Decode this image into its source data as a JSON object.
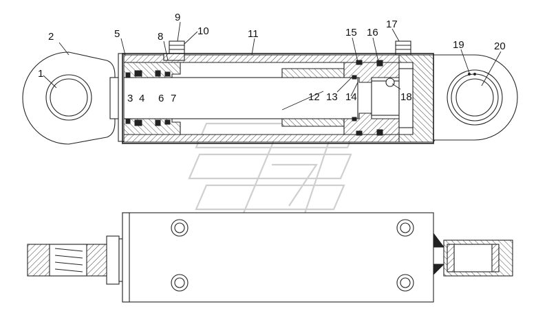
{
  "callouts": [
    {
      "id": "1",
      "label": "1"
    },
    {
      "id": "2",
      "label": "2"
    },
    {
      "id": "3",
      "label": "3"
    },
    {
      "id": "4",
      "label": "4"
    },
    {
      "id": "5",
      "label": "5"
    },
    {
      "id": "6",
      "label": "6"
    },
    {
      "id": "7",
      "label": "7"
    },
    {
      "id": "8",
      "label": "8"
    },
    {
      "id": "9",
      "label": "9"
    },
    {
      "id": "10",
      "label": "10"
    },
    {
      "id": "11",
      "label": "11"
    },
    {
      "id": "12",
      "label": "12"
    },
    {
      "id": "13",
      "label": "13"
    },
    {
      "id": "14",
      "label": "14"
    },
    {
      "id": "15",
      "label": "15"
    },
    {
      "id": "16",
      "label": "16"
    },
    {
      "id": "17",
      "label": "17"
    },
    {
      "id": "18",
      "label": "18"
    },
    {
      "id": "19",
      "label": "19"
    },
    {
      "id": "20",
      "label": "20"
    }
  ],
  "views": {
    "section": "hydraulic-cylinder-section-view",
    "top": "hydraulic-cylinder-top-view"
  },
  "watermark": "catalog-logo-watermark"
}
